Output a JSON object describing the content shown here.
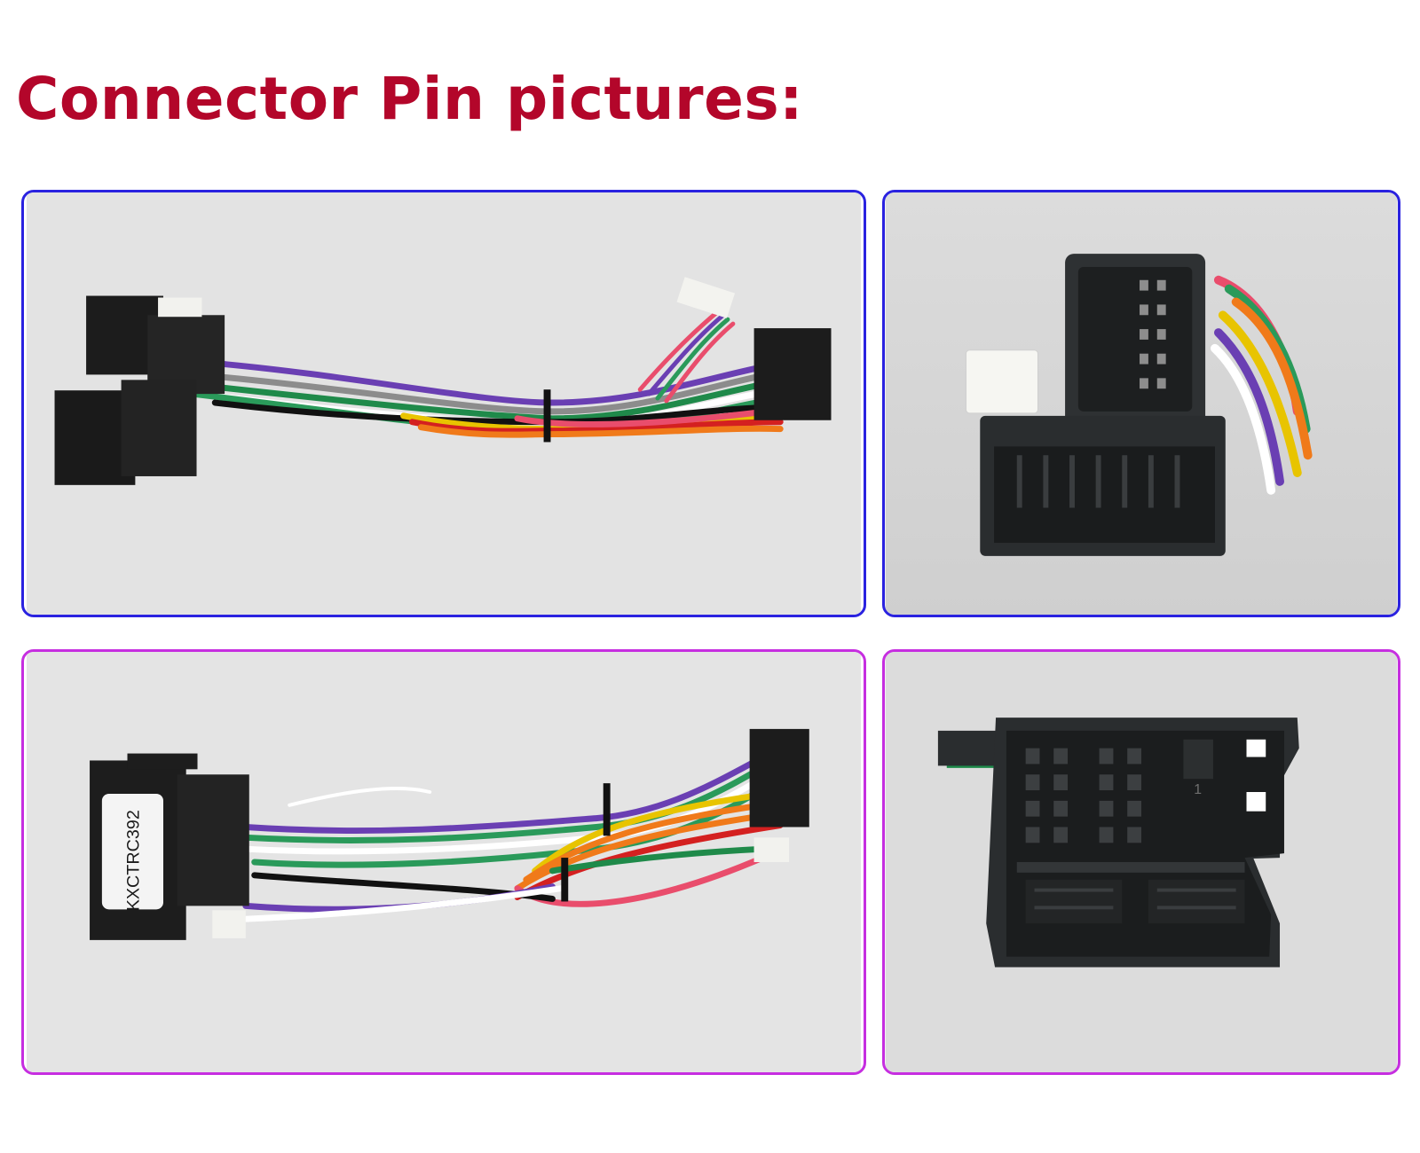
{
  "title": "Connector Pin pictures:",
  "colors": {
    "title": "#b3062a",
    "panel_border_top": "#2a22e0",
    "panel_border_bottom": "#c62ee0",
    "photo_background": "#e2e2e2"
  },
  "panels": [
    {
      "name": "harness-top-photo",
      "border": "blue"
    },
    {
      "name": "connector-pins-top-photo",
      "border": "blue"
    },
    {
      "name": "harness-bottom-photo",
      "border": "magenta",
      "module_label": "KXCTRC392"
    },
    {
      "name": "connector-pins-bottom-photo",
      "border": "magenta",
      "pin_mark": "1"
    }
  ]
}
